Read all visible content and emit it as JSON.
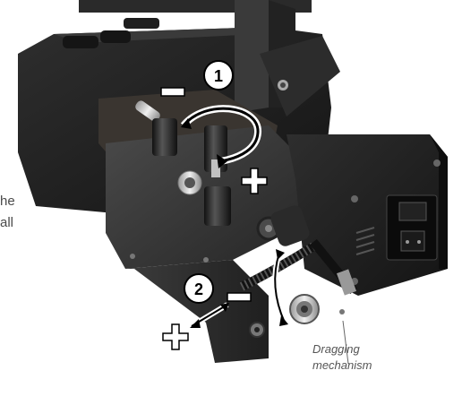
{
  "annotations": {
    "step_1": "1",
    "step_2": "2",
    "minus_sign": "−",
    "plus_sign": "+"
  },
  "edge_text": {
    "line_1": "he",
    "line_2": "all"
  },
  "caption": {
    "line_1": "Dragging",
    "line_2": "mechanism"
  },
  "colors": {
    "housing": "#2b2b2b",
    "panel": "#1a1a1a",
    "badge_fill": "#ffffff",
    "badge_stroke": "#000000"
  },
  "icons": [
    "curved-arrow-icon",
    "double-arrow-icon",
    "plus-cross-icon",
    "minus-bar-icon"
  ]
}
